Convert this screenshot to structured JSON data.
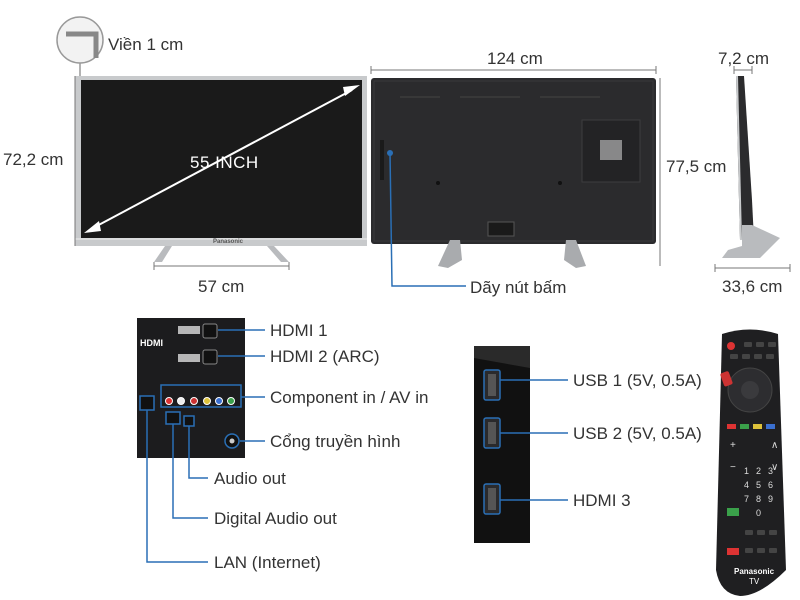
{
  "front": {
    "bezel_label": "Viền 1 cm",
    "width_label": "57 cm",
    "height_label": "72,2 cm",
    "size_label": "55 INCH",
    "brand": "Panasonic"
  },
  "back": {
    "width_label": "124 cm",
    "height_label": "77,5 cm",
    "button_label": "Dãy nút bấm"
  },
  "side": {
    "depth_label": "7,2 cm",
    "stand_label": "33,6 cm"
  },
  "ports_panel": {
    "labels": {
      "hdmi1": "HDMI 1",
      "hdmi2": "HDMI 2 (ARC)",
      "component": "Component in / AV in",
      "antenna": "Cổng truyền hình",
      "audio_out": "Audio out",
      "digital_audio": "Digital Audio out",
      "lan": "LAN (Internet)"
    }
  },
  "side_ports": {
    "usb1": "USB 1 (5V, 0.5A)",
    "usb2": "USB 2 (5V, 0.5A)",
    "hdmi3": "HDMI 3"
  },
  "remote": {
    "brand": "Panasonic",
    "sub": "TV"
  },
  "colors": {
    "accent_blue": "#2a6fb5",
    "tv_black": "#1a1a1a",
    "frame_silver": "#c8cacc"
  }
}
